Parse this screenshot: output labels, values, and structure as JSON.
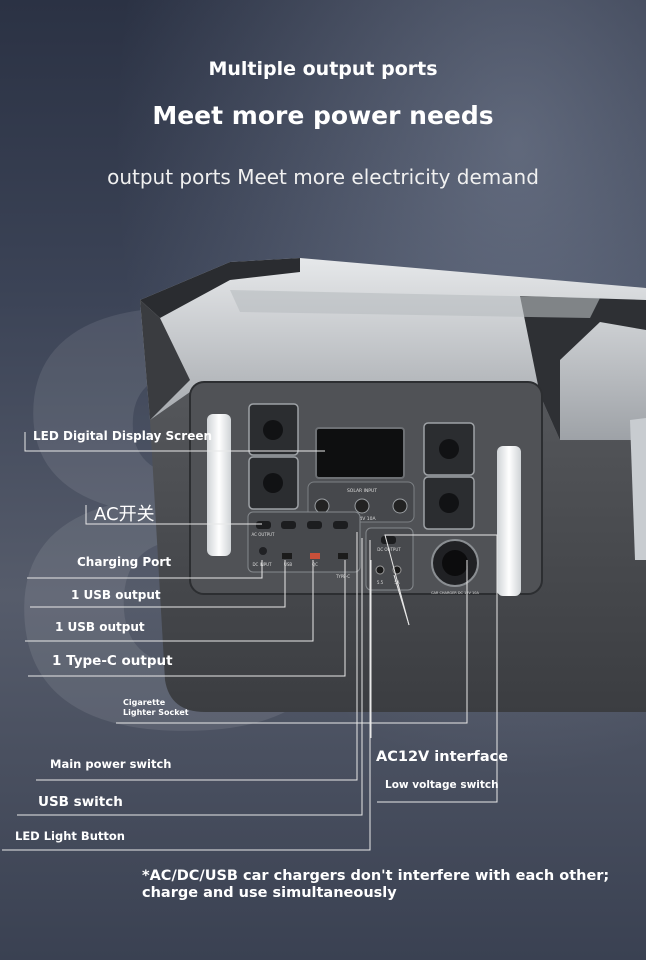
{
  "header": {
    "title": "Multiple output ports",
    "headline": "Meet more power needs",
    "subtitle": "output ports Meet more electricity demand"
  },
  "background_glyph": "8",
  "device": {
    "panel_labels": {
      "solar_input": "SOLAR INPUT",
      "solar_spec": "DC 24V 10A",
      "ac_output": "AC OUTPUT",
      "dc_output": "DC OUTPUT",
      "usb": "USB",
      "qc": "QC",
      "type_c": "TYPE-C",
      "dc_input": "DC INPUT",
      "dc_left": "5.5",
      "dc_right": "5A",
      "car_note": "CAR CHARGER DC 12V 10A"
    }
  },
  "callouts": {
    "led_display": "LED Digital Display Screen",
    "ac_switch": "AC开关",
    "charging_port": "Charging Port",
    "usb_output_1": "1 USB output",
    "usb_output_2": "1 USB output",
    "typec_output": "1 Type-C output",
    "cigarette_line1": "Cigarette",
    "cigarette_line2": "Lighter Socket",
    "main_power_switch": "Main power switch",
    "ac12v_interface": "AC12V interface",
    "low_voltage_switch": "Low voltage switch",
    "usb_switch": "USB switch",
    "led_light_button": "LED Light Button"
  },
  "footnote": "*AC/DC/USB car chargers don't interfere with each other; charge and use simultaneously"
}
